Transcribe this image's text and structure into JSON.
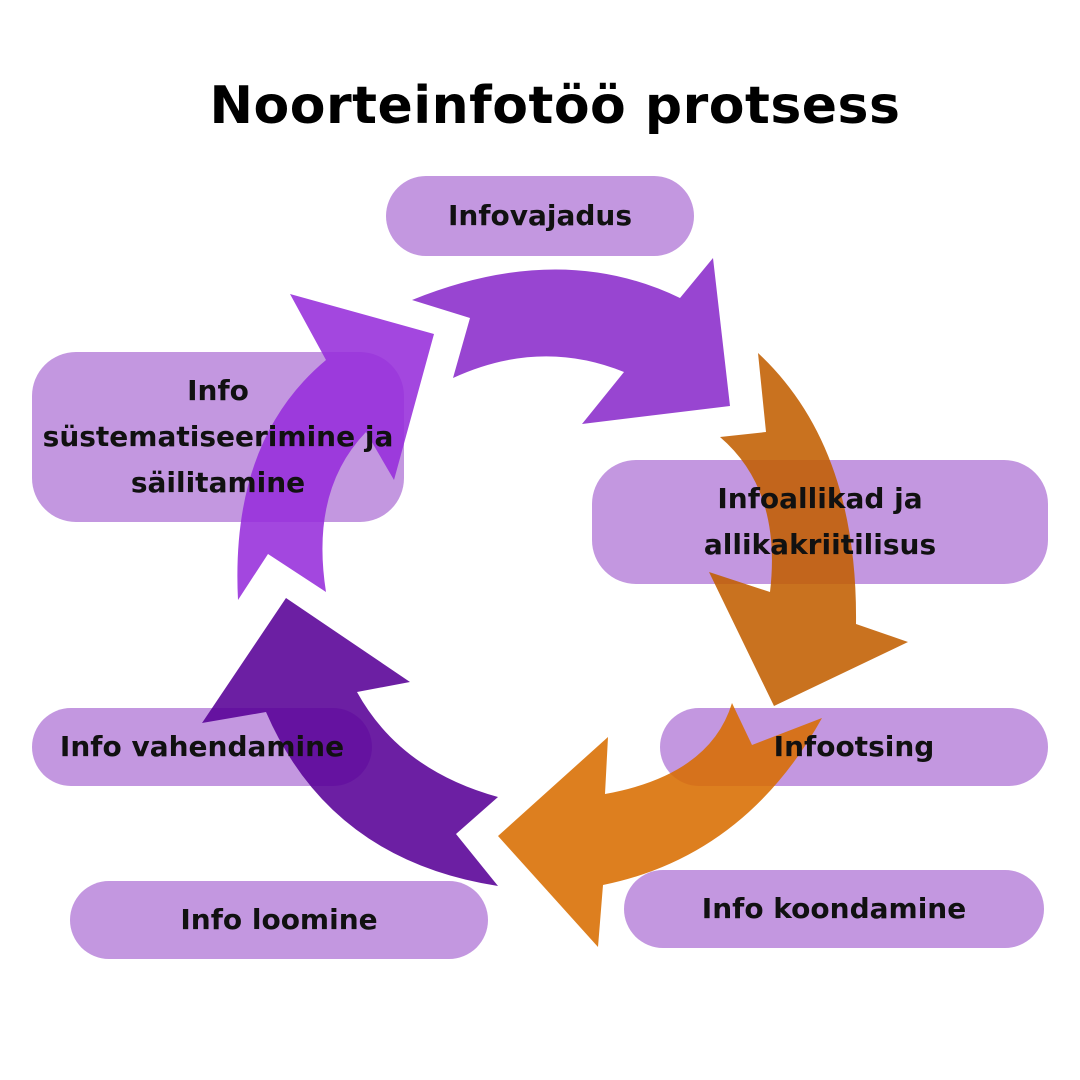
{
  "title": "Noorteinfotöö protsess",
  "colors": {
    "pill": "#C397E0",
    "arrow_violet": "#8A2BCB",
    "arrow_orange_dark": "#C25E00",
    "arrow_orange": "#D86D00",
    "arrow_purple_dark": "#580096",
    "arrow_purple": "#962DDB",
    "text": "#111111"
  },
  "steps": [
    {
      "label": "Infovajadus"
    },
    {
      "label": "Infoallikad ja allikakriitilisus"
    },
    {
      "label": "Infootsing"
    },
    {
      "label": "Info koondamine"
    },
    {
      "label": "Info loomine"
    },
    {
      "label": "Info vahendamine"
    },
    {
      "label": "Info süstematiseerimine ja säilitamine"
    }
  ]
}
